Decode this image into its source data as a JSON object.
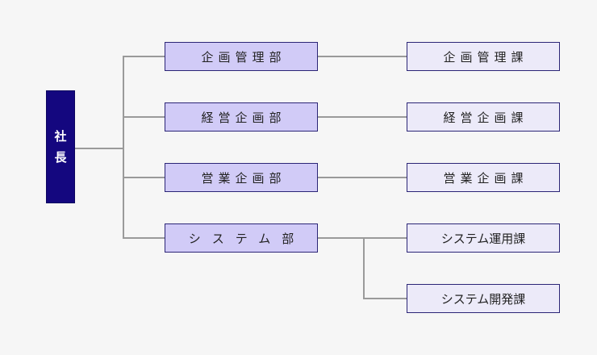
{
  "ceo": {
    "chars": [
      "社",
      "長"
    ]
  },
  "departments": [
    {
      "label": "企画管理部",
      "sections": [
        "企画管理課"
      ]
    },
    {
      "label": "経営企画部",
      "sections": [
        "経営企画課"
      ]
    },
    {
      "label": "営業企画部",
      "sections": [
        "営業企画課"
      ]
    },
    {
      "label": "システム部",
      "sections": [
        "システム運用課",
        "システム開発課"
      ]
    }
  ],
  "colors": {
    "ceo_fill": "#14077f",
    "department_fill": "#d1cbf7",
    "section_fill": "#eceaf9",
    "border": "#2b2576",
    "connector": "#9a9a9a",
    "background": "#f6f6f6"
  }
}
